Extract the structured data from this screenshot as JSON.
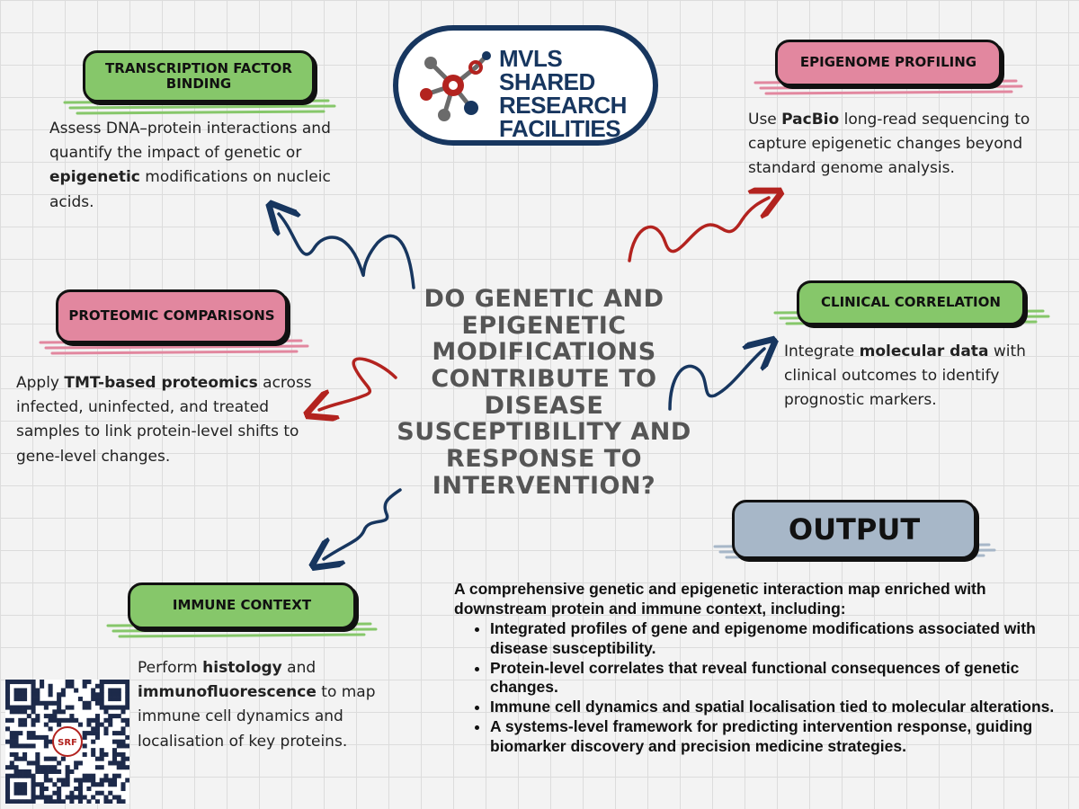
{
  "logo": {
    "lines": [
      "MVLS",
      "SHARED",
      "RESEARCH",
      "FACILITIES"
    ]
  },
  "question": "Do genetic and epigenetic modifications contribute to disease susceptibility and response to intervention?",
  "nodes": {
    "tf_binding": {
      "label": "Transcription Factor Binding",
      "desc": [
        {
          "t": "Assess DNA–protein interactions and quantify the impact of genetic or "
        },
        {
          "t": "epigenetic",
          "b": true
        },
        {
          "t": " modifications on nucleic acids."
        }
      ]
    },
    "epigenome": {
      "label": "Epigenome Profiling",
      "desc": [
        {
          "t": "Use "
        },
        {
          "t": "PacBio",
          "b": true
        },
        {
          "t": " long-read sequencing to capture epigenetic changes beyond standard genome analysis."
        }
      ]
    },
    "proteomic": {
      "label": "Proteomic Comparisons",
      "desc": [
        {
          "t": "Apply "
        },
        {
          "t": "TMT-based proteomics",
          "b": true
        },
        {
          "t": " across infected, uninfected, and treated samples to link protein-level shifts to gene-level changes."
        }
      ]
    },
    "clinical": {
      "label": "Clinical Correlation",
      "desc": [
        {
          "t": "Integrate "
        },
        {
          "t": "molecular data",
          "b": true
        },
        {
          "t": " with clinical outcomes to identify prognostic markers."
        }
      ]
    },
    "immune": {
      "label": "Immune Context",
      "desc": [
        {
          "t": "Perform "
        },
        {
          "t": "histology",
          "b": true
        },
        {
          "t": " and "
        },
        {
          "t": "immunofluorescence",
          "b": true
        },
        {
          "t": " to map immune cell dynamics and localisation of key proteins."
        }
      ]
    }
  },
  "output": {
    "label": "Output",
    "intro": "A comprehensive genetic and epigenetic interaction map enriched with downstream protein and immune context, including:",
    "bullets": [
      "Integrated profiles of gene and epigenome modifications associated with disease susceptibility.",
      "Protein-level correlates that reveal functional consequences of genetic changes.",
      "Immune cell dynamics and spatial localisation tied to molecular alterations.",
      "A systems-level framework for predicting intervention response, guiding biomarker discovery and precision medicine strategies."
    ]
  },
  "qr": {
    "badge": "SRF"
  },
  "colors": {
    "green": "#86c76a",
    "pink": "#e2879f",
    "gray": "#a7b7c8",
    "navy": "#17365f",
    "red": "#b3231f"
  }
}
